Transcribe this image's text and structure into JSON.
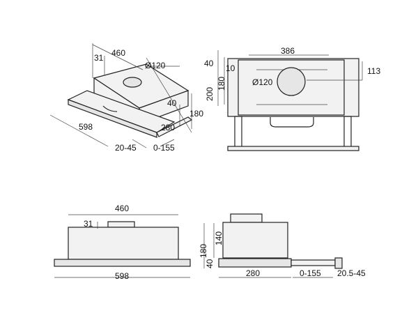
{
  "views": {
    "isometric": {
      "width": "460",
      "depth_offset": "31",
      "duct_diameter": "Ø120",
      "height_front": "40",
      "height_total": "180",
      "side_depth": "280",
      "front_width": "598",
      "front_adjust": "20-45",
      "drawer_travel": "0-155"
    },
    "front_top": {
      "inner_width": "386",
      "top_offset": "40",
      "inner_top": "10",
      "height_180": "180",
      "height_200": "200",
      "duct_diameter": "Ø120",
      "duct_offset": "113"
    },
    "front_bottom": {
      "width_top": "460",
      "depth_offset": "31",
      "width_total": "598"
    },
    "side": {
      "height_total": "180",
      "height_body": "140",
      "height_front": "40",
      "depth": "280",
      "drawer_travel": "0-155",
      "front_adjust": "20.5-45"
    }
  }
}
